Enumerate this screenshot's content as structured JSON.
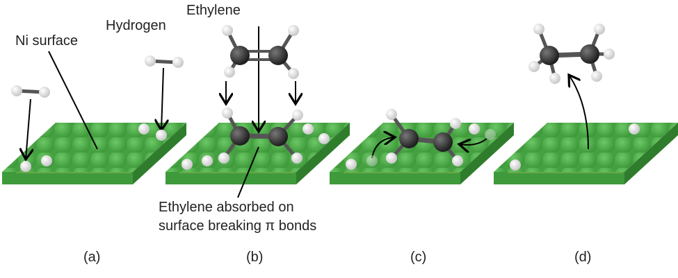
{
  "labels": {
    "ni_surface": "Ni surface",
    "hydrogen": "Hydrogen",
    "ethylene": "Ethylene",
    "absorbed_line1": "Ethylene absorbed on",
    "absorbed_line2": "surface breaking π bonds"
  },
  "captions": [
    "(a)",
    "(b)",
    "(c)",
    "(d)"
  ],
  "colors": {
    "surface": "#4caf48",
    "carbon": "#3a3a3a",
    "hydrogen": "#f4f4f4"
  }
}
